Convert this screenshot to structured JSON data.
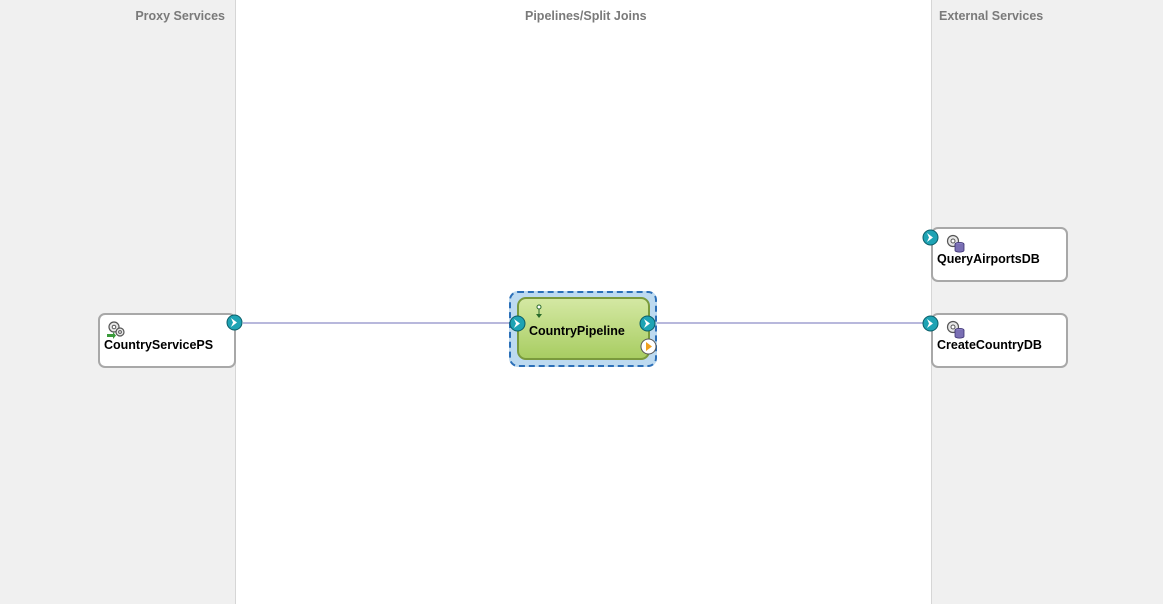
{
  "lanes": {
    "proxy_services": "Proxy Services",
    "pipelines": "Pipelines/Split Joins",
    "external_services": "External Services"
  },
  "nodes": {
    "proxy": {
      "label": "CountryServicePS",
      "icon": "proxy-service-gear-icon"
    },
    "pipeline": {
      "label": "CountryPipeline",
      "icon": "pipeline-flow-icon"
    },
    "external": [
      {
        "label": "QueryAirportsDB",
        "icon": "business-service-db-icon"
      },
      {
        "label": "CreateCountryDB",
        "icon": "business-service-db-icon"
      }
    ]
  },
  "colors": {
    "lane_bg": "#f0f0f0",
    "wire": "#b8b8dc",
    "port": "#1ea3b4",
    "pipeline_fill": "#a8cd62",
    "pipeline_selection": "#bddaf0",
    "error_port": "#f0a020"
  }
}
